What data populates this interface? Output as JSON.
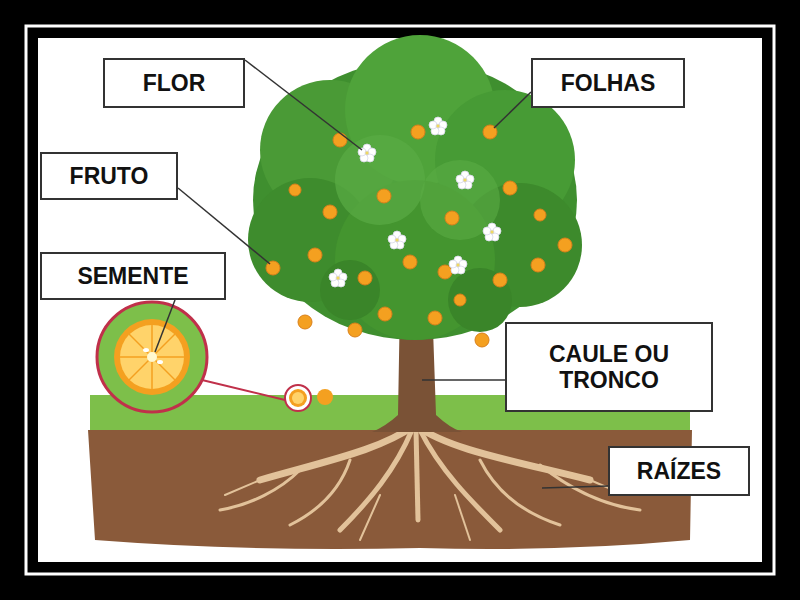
{
  "diagram": {
    "nodes": [
      {
        "text": [
          "FLOR"
        ]
      },
      {
        "text": [
          "FOLHAS"
        ]
      },
      {
        "text": [
          "FRUTO"
        ]
      },
      {
        "text": [
          "SEMENTE"
        ]
      },
      {
        "text": [
          "CAULE OU TRONCO"
        ]
      },
      {
        "text": [
          "RAÍZES"
        ]
      }
    ]
  }
}
